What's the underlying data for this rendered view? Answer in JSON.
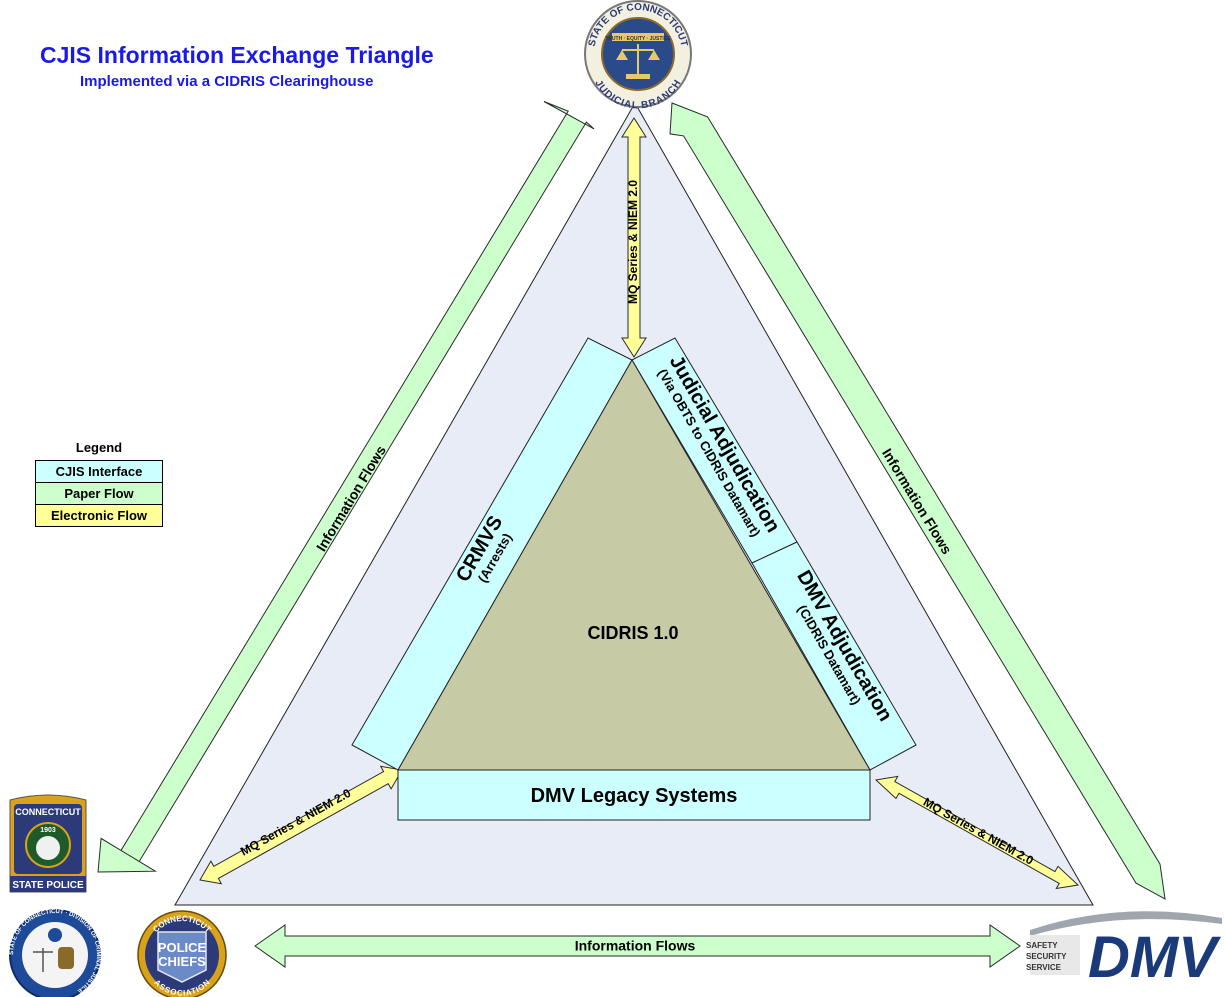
{
  "title": "CJIS Information Exchange Triangle",
  "subtitle": "Implemented via a CIDRIS Clearinghouse",
  "legend": {
    "title": "Legend",
    "items": [
      {
        "label": "CJIS Interface",
        "color": "#ccffff"
      },
      {
        "label": "Paper Flow",
        "color": "#ccffcc"
      },
      {
        "label": "Electronic Flow",
        "color": "#ffff99"
      }
    ]
  },
  "colors": {
    "outer_triangle": "#e8ecf6",
    "center_triangle": "#c6cba5",
    "interface": "#ccffff",
    "paper_flow": "#ccffcc",
    "electronic_flow": "#ffff99"
  },
  "center_label": "CIDRIS 1.0",
  "interfaces": {
    "crmvs": {
      "title": "CRMVS",
      "sub": "(Arrests)"
    },
    "judicial": {
      "title": "Judicial Adjudication",
      "sub": "(Via OBTS to CIDRIS Datamart)"
    },
    "dmv_adj": {
      "title": "DMV Adjudication",
      "sub": "(CIDRIS Datamart)"
    },
    "legacy": {
      "title": "DMV Legacy Systems"
    }
  },
  "flows": {
    "info_left": "Information Flows",
    "info_right": "Information Flows",
    "info_bottom": "Information Flows",
    "mq_top": "MQ Series & NIEM 2.0",
    "mq_left": "MQ Series & NIEM 2.0",
    "mq_right": "MQ Series & NIEM 2.0"
  },
  "logos": {
    "judicial": {
      "top": "STATE OF CONNECTICUT",
      "bottom": "JUDICIAL BRANCH",
      "banner": "TRUTH · EQUITY · JUSTICE"
    },
    "state_police": {
      "top": "CONNECTICUT",
      "year": "1903",
      "bottom": "STATE POLICE"
    },
    "criminal_justice": {
      "ring": "STATE OF CONNECTICUT · DIVISION OF CRIMINAL JUSTICE"
    },
    "police_chiefs": {
      "top": "CONNECTICUT",
      "line1": "POLICE",
      "line2": "CHIEFS",
      "bottom": "ASSOCIATION"
    },
    "dmv": {
      "line1": "SAFETY",
      "line2": "SECURITY",
      "line3": "SERVICE",
      "mark": "DMV"
    }
  }
}
